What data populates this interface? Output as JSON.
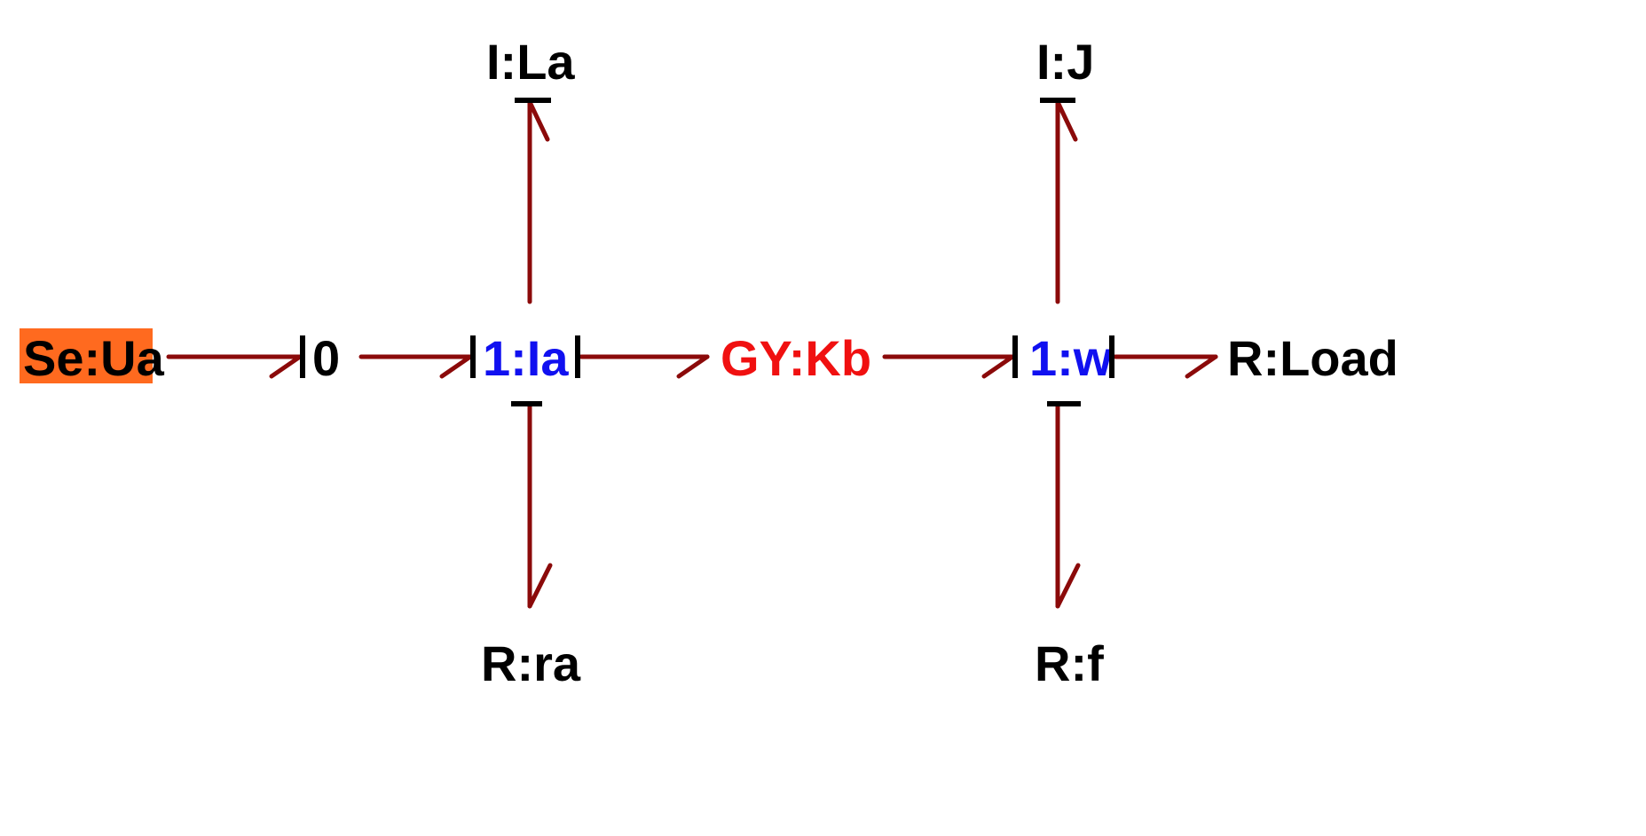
{
  "diagram": {
    "type": "bond-graph",
    "colors": {
      "bond": "#8B0A0A",
      "causal_stroke": "#000000",
      "source_highlight": "#FF6A1F",
      "junction_one": "#1010F0",
      "gyrator": "#F01010",
      "element": "#000000"
    },
    "nodes": {
      "source": {
        "id": "Se:Ua",
        "label": "Se:Ua",
        "kind": "effort-source",
        "highlighted": true
      },
      "zero_junction": {
        "id": "0",
        "label": "0",
        "kind": "0-junction"
      },
      "one_junction_ia": {
        "id": "1:Ia",
        "label": "1:Ia",
        "kind": "1-junction"
      },
      "gyrator": {
        "id": "GY:Kb",
        "label": "GY:Kb",
        "kind": "gyrator"
      },
      "one_junction_w": {
        "id": "1:w",
        "label": "1:w",
        "kind": "1-junction"
      },
      "load": {
        "id": "R:Load",
        "label": "R:Load",
        "kind": "resistor"
      },
      "inductor": {
        "id": "I:La",
        "label": "I:La",
        "kind": "inertia"
      },
      "armature_resistor": {
        "id": "R:ra",
        "label": "R:ra",
        "kind": "resistor"
      },
      "inertia": {
        "id": "I:J",
        "label": "I:J",
        "kind": "inertia"
      },
      "friction": {
        "id": "R:f",
        "label": "R:f",
        "kind": "resistor"
      }
    },
    "bonds": [
      {
        "from": "Se:Ua",
        "to": "0",
        "causal_stroke_at": "0"
      },
      {
        "from": "0",
        "to": "1:Ia",
        "causal_stroke_at": "1:Ia"
      },
      {
        "from": "1:Ia",
        "to": "GY:Kb",
        "causal_stroke_at": "1:Ia"
      },
      {
        "from": "GY:Kb",
        "to": "1:w",
        "causal_stroke_at": "1:w"
      },
      {
        "from": "1:w",
        "to": "R:Load",
        "causal_stroke_at": "1:w"
      },
      {
        "from": "1:Ia",
        "to": "I:La",
        "causal_stroke_at": "I:La"
      },
      {
        "from": "1:Ia",
        "to": "R:ra",
        "causal_stroke_at": "1:Ia"
      },
      {
        "from": "1:w",
        "to": "I:J",
        "causal_stroke_at": "I:J"
      },
      {
        "from": "1:w",
        "to": "R:f",
        "causal_stroke_at": "1:w"
      }
    ]
  }
}
